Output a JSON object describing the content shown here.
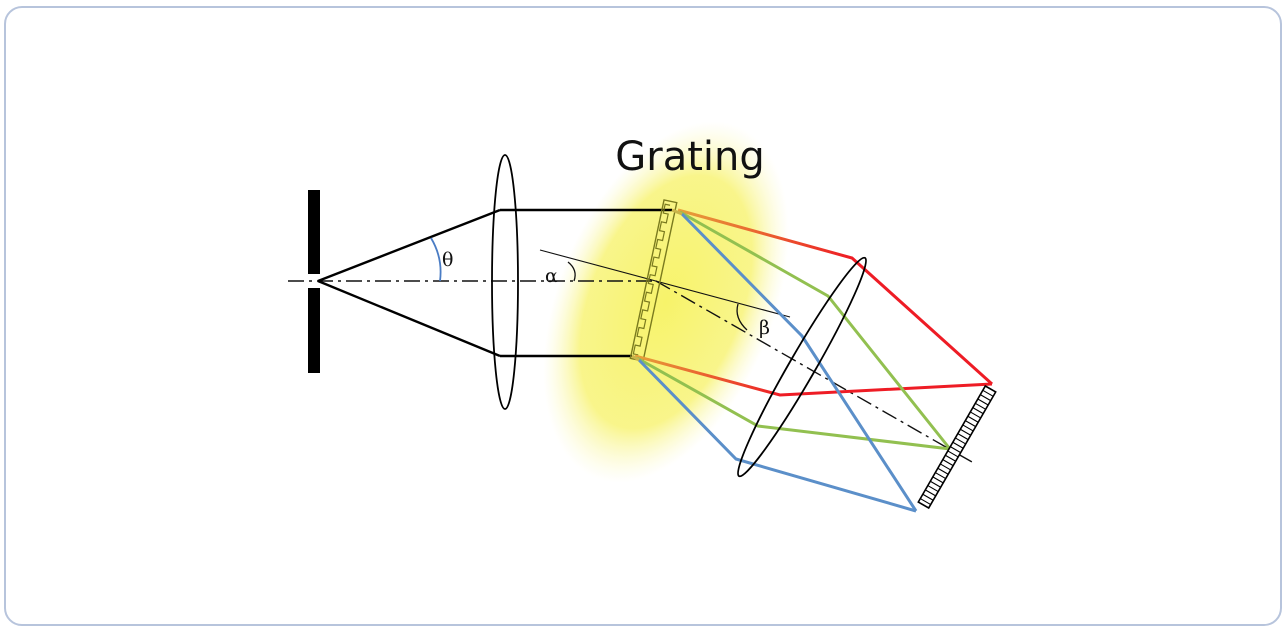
{
  "diagram": {
    "title": "Grating",
    "labels": {
      "theta": "θ",
      "alpha": "α",
      "beta": "β"
    },
    "colors": {
      "frame_border": "#b7c4dc",
      "highlight": "#f6f27a",
      "red_ray": "#ee1c25",
      "green_ray": "#92c050",
      "blue_ray": "#5b8fc9",
      "angle_arc": "#4a7cc4",
      "grating_outline": "#7a7a1e",
      "ink": "#111111"
    }
  }
}
